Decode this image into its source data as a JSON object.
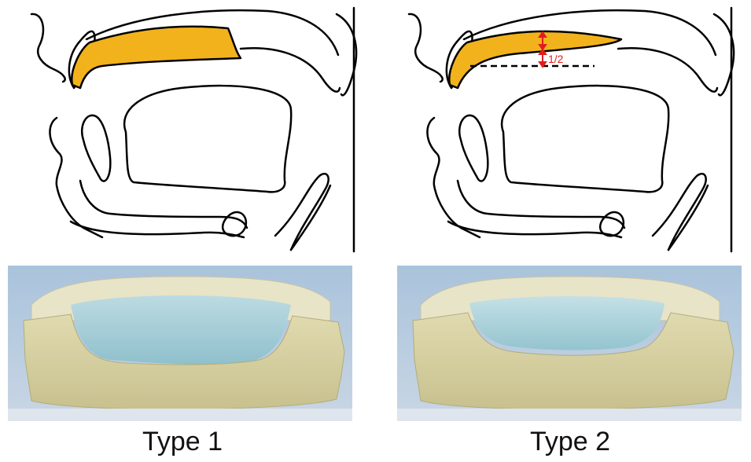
{
  "colors": {
    "palate_fill": "#f2b21c",
    "outline": "#000000",
    "measure": "#e21d1d",
    "dental_stone": "#d8d2a3",
    "gel": "#a9d0d8",
    "backdrop": "#9fb8d2"
  },
  "panels": [
    {
      "caption": "Type 1",
      "measure_label": ""
    },
    {
      "caption": "Type 2",
      "measure_label": "1/2"
    }
  ]
}
